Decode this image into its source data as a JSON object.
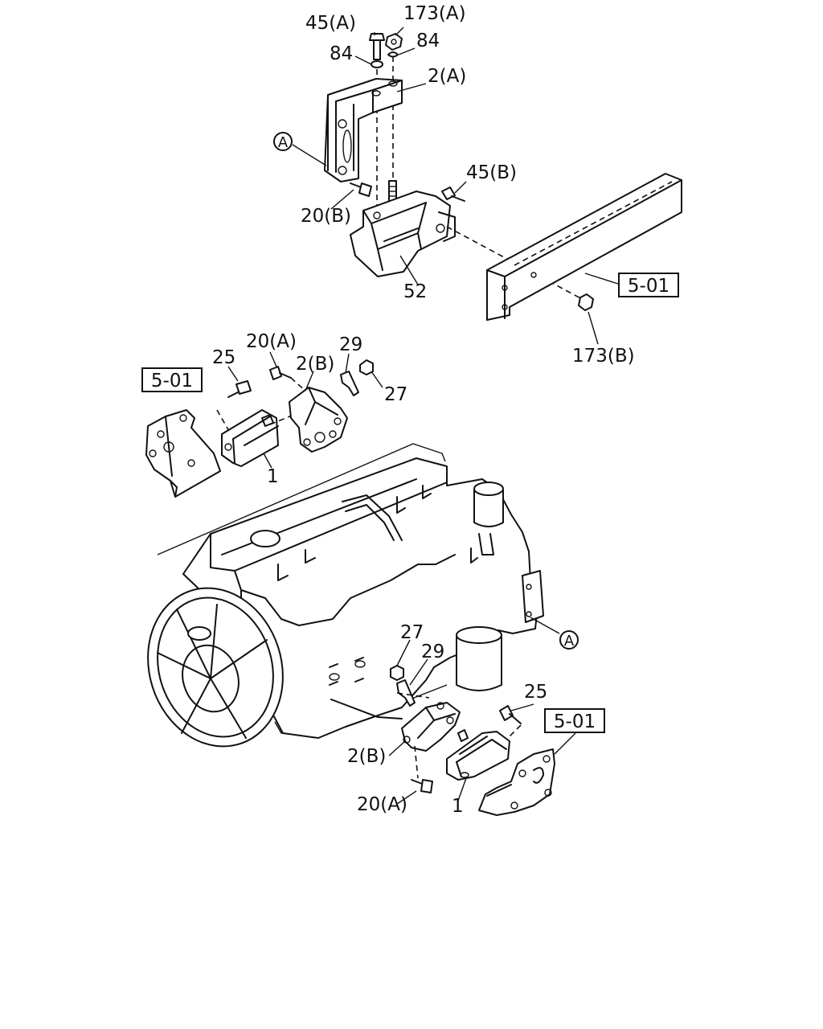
{
  "callouts": {
    "part_45a": "45(A)",
    "part_173a": "173(A)",
    "part_84_left": "84",
    "part_84_right": "84",
    "part_2a": "2(A)",
    "ref_a_top": "A",
    "part_45b": "45(B)",
    "part_20b": "20(B)",
    "part_52": "52",
    "ref_501_top": "5-01",
    "part_173b": "173(B)",
    "part_20a_upper": "20(A)",
    "part_29_upper": "29",
    "part_25_upper": "25",
    "part_2b_upper": "2(B)",
    "ref_501_left": "5-01",
    "part_27_upper": "27",
    "part_1_upper": "1",
    "ref_a_engine": "A",
    "part_27_lower": "27",
    "part_29_lower": "29",
    "part_25_lower": "25",
    "ref_501_right": "5-01",
    "part_2b_lower": "2(B)",
    "part_20a_lower": "20(A)",
    "part_1_lower": "1"
  }
}
